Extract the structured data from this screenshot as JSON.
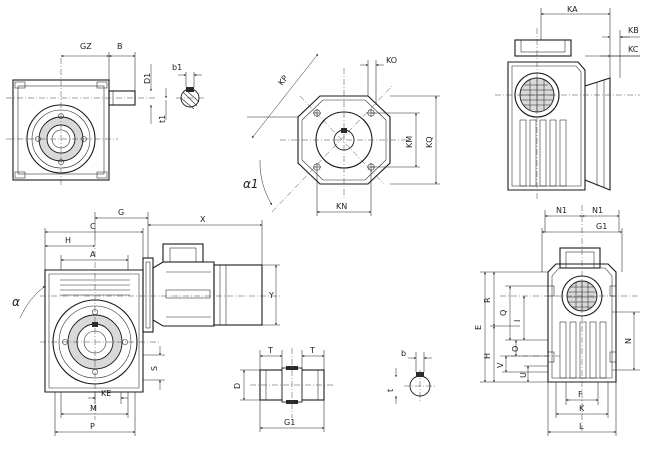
{
  "views": {
    "top_left": {
      "labels": {
        "gz": "GZ",
        "b": "B",
        "b1": "b1",
        "d1": "D1",
        "t1": "t1"
      }
    },
    "top_center": {
      "labels": {
        "kp": "KP",
        "ko": "KO",
        "km": "KM",
        "kq": "KQ",
        "kn": "KN",
        "alpha1": "α1"
      }
    },
    "top_right": {
      "labels": {
        "ka": "KA",
        "kb": "KB",
        "kc": "KC"
      }
    },
    "main": {
      "labels": {
        "g": "G",
        "x": "X",
        "c": "C",
        "h": "H",
        "a": "A",
        "alpha": "α",
        "y": "Y",
        "s": "S",
        "ke": "KE",
        "m": "M",
        "p": "P"
      }
    },
    "shaft": {
      "labels": {
        "t_left": "T",
        "t_right": "T",
        "d": "D",
        "g1": "G1"
      }
    },
    "key": {
      "labels": {
        "b": "b",
        "t": "t"
      }
    },
    "bottom_right": {
      "labels": {
        "g1": "G1",
        "n1_left": "N1",
        "n1_right": "N1",
        "e": "E",
        "r": "R",
        "q": "Q",
        "i": "I",
        "h": "H",
        "v": "V",
        "o": "O",
        "u": "U",
        "n": "N",
        "f": "F",
        "k": "K",
        "l": "L"
      }
    }
  }
}
